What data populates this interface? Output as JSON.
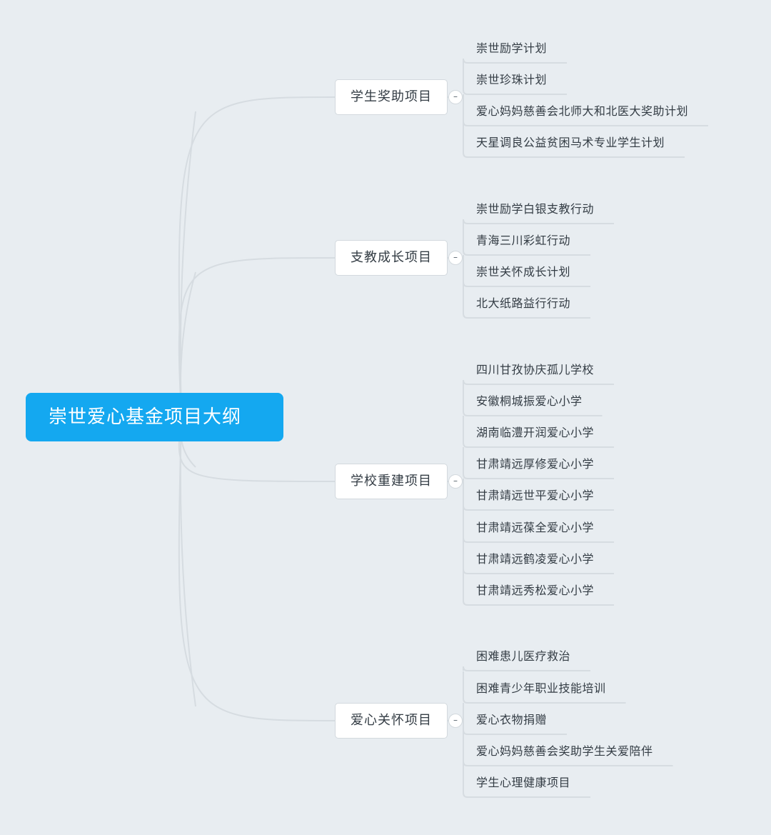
{
  "root": {
    "label": "崇世爱心基金项目大纲"
  },
  "colors": {
    "root_fill": "#14a8f0",
    "background": "#e8edf1",
    "connector": "#d6dce1"
  },
  "branches": [
    {
      "label": "学生奖助项目",
      "collapse_symbol": "–",
      "items": [
        "崇世励学计划",
        "崇世珍珠计划",
        "爱心妈妈慈善会北师大和北医大奖助计划",
        "天星调良公益贫困马术专业学生计划"
      ]
    },
    {
      "label": "支教成长项目",
      "collapse_symbol": "–",
      "items": [
        "崇世励学白银支教行动",
        "青海三川彩虹行动",
        "崇世关怀成长计划",
        "北大纸路益行行动"
      ]
    },
    {
      "label": "学校重建项目",
      "collapse_symbol": "–",
      "items": [
        "四川甘孜协庆孤儿学校",
        "安徽桐城振爱心小学",
        "湖南临澧开润爱心小学",
        "甘肃靖远厚修爱心小学",
        "甘肃靖远世平爱心小学",
        "甘肃靖远葆全爱心小学",
        "甘肃靖远鹤凌爱心小学",
        "甘肃靖远秀松爱心小学"
      ]
    },
    {
      "label": "爱心关怀项目",
      "collapse_symbol": "–",
      "items": [
        "困难患儿医疗救治",
        "困难青少年职业技能培训",
        "爱心衣物捐赠",
        "爱心妈妈慈善会奖助学生关爱陪伴",
        "学生心理健康项目"
      ]
    }
  ]
}
